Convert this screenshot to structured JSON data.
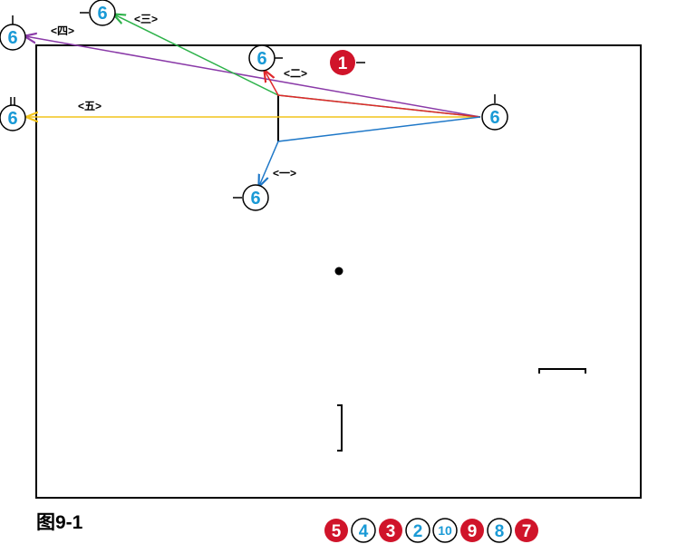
{
  "caption": "图9-1",
  "colors": {
    "blue_badge_text": "#1a9ad6",
    "red_badge_fill": "#d0142a",
    "route_1": "#1f78c8",
    "route_2": "#e0282c",
    "route_3": "#2db24a",
    "route_4": "#8a3aa8",
    "route_5": "#f2c41c",
    "frame": "#000000"
  },
  "routes": [
    {
      "id": "1",
      "label": "<一>",
      "color_key": "route_1"
    },
    {
      "id": "2",
      "label": "<二>",
      "color_key": "route_2"
    },
    {
      "id": "3",
      "label": "<三>",
      "color_key": "route_3"
    },
    {
      "id": "4",
      "label": "<四>",
      "color_key": "route_4"
    },
    {
      "id": "5",
      "label": "<五>",
      "color_key": "route_5"
    }
  ],
  "nodes": {
    "main": "6",
    "target_1": "6",
    "target_2": "6",
    "target_3": "6",
    "target_4": "6",
    "target_5": "6",
    "red_top": "1"
  },
  "legend": [
    {
      "value": "5",
      "style": "red"
    },
    {
      "value": "4",
      "style": "blue"
    },
    {
      "value": "3",
      "style": "red"
    },
    {
      "value": "2",
      "style": "blue"
    },
    {
      "value": "10",
      "style": "blue"
    },
    {
      "value": "9",
      "style": "red"
    },
    {
      "value": "8",
      "style": "blue"
    },
    {
      "value": "7",
      "style": "red"
    }
  ]
}
